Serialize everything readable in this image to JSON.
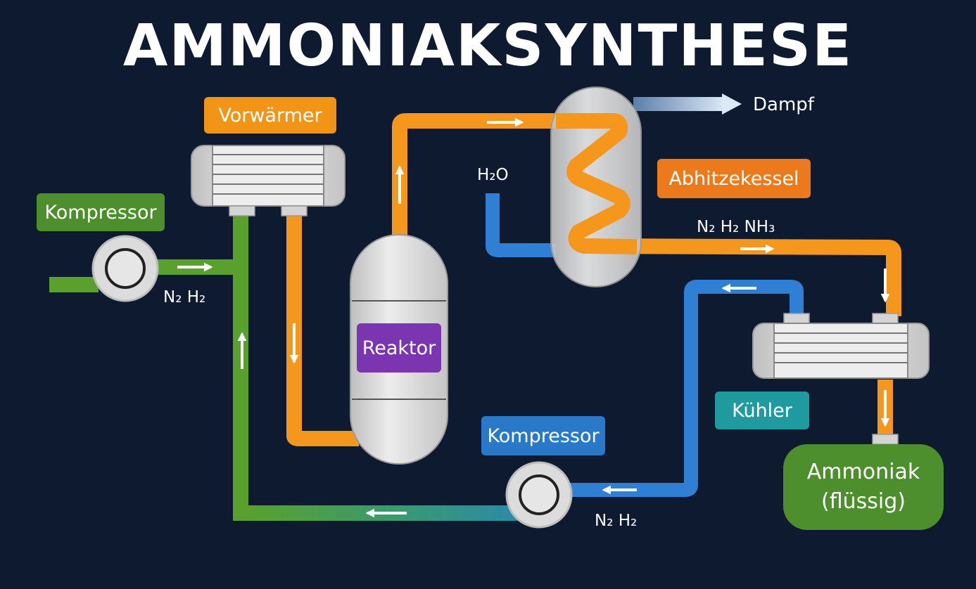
{
  "title": "AMMONIAKSYNTHESE",
  "labels": {
    "vorwaermer": "Vorwärmer",
    "kompressor_left": "Kompressor",
    "abhitzekessel": "Abhitzekessel",
    "reaktor": "Reaktor",
    "kuehler": "Kühler",
    "kompressor_bottom": "Kompressor",
    "product_line1": "Ammoniak",
    "product_line2": "(flüssig)"
  },
  "flow_labels": {
    "feed": "N₂  H₂",
    "dampf": "Dampf",
    "water": "H₂O",
    "outlet": "N₂  H₂  NH₃",
    "recycle": "N₂  H₂"
  },
  "colors": {
    "background": "#0d1a30",
    "feed_green": "#59a12c",
    "hot_orange": "#f5961d",
    "cold_blue": "#2f7fd4",
    "teal": "#2a9a9a",
    "equipment_gray": "#e3e3e3",
    "reaktor_purple": "#7b35b0",
    "abhitzekessel_orange": "#ec7a1c",
    "kuehler_teal": "#1f9ba0",
    "kompressor_blue": "#2a78c8",
    "product_green": "#4d8f2c"
  }
}
